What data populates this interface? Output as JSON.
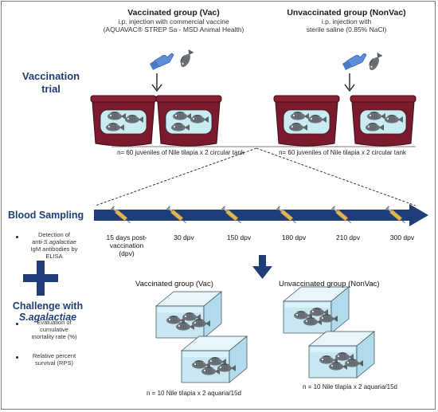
{
  "trial": {
    "label_line1": "Vaccination",
    "label_line2": "trial"
  },
  "vac_group": {
    "title": "Vaccinated group (Vac)",
    "line1": "i.p. injection with commercial vaccine",
    "line2": "(AQUAVAC® STREP Sa - MSD Animal Health)",
    "tank_caption": "n= 60 juveniles of Nile tilapia x 2 circular tank"
  },
  "nonvac_group": {
    "title": "Unvaccinated group (NonVac)",
    "line1": "i.p. injection with",
    "line2": "sterile saline (0.85% NaCl)",
    "tank_caption": "n= 60 juveniles of Nile tilapia x 2 circular tank"
  },
  "blood": {
    "title": "Blood Sampling",
    "bullet_line1": "Detection of",
    "bullet_line2_prefix": "anti-",
    "bullet_line2_italic": "S.agalactiae",
    "bullet_line3": "IgM antibodies by",
    "bullet_line4": "ELISA"
  },
  "timeline": {
    "points": [
      {
        "label": "15 days post-\nvaccination\n(dpv)"
      },
      {
        "label": "30 dpv"
      },
      {
        "label": "150 dpv"
      },
      {
        "label": "180 dpv"
      },
      {
        "label": "210 dpv"
      },
      {
        "label": "300 dpv"
      }
    ]
  },
  "challenge": {
    "title_line1": "Challenge with",
    "title_line2": "S.agalactiae",
    "bullet1_line1": "Evaluation of",
    "bullet1_line2": "cumulative",
    "bullet1_line3": "mortality rate (%)",
    "bullet2_line1": "Relative percent",
    "bullet2_line2": "survival (RPS)"
  },
  "aquaria_vac": {
    "title": "Vaccinated group (Vac)",
    "caption": "n = 10 Nile tilapia x 2 aquaria/15d"
  },
  "aquaria_nonvac": {
    "title": "Unvaccinated group (NonVac)",
    "caption": "n = 10 Nile tilapia x 2 aquaria/15d"
  },
  "colors": {
    "navy": "#1f3d78",
    "tank": "#7a1a2c",
    "water": "#c9ecf2",
    "glove": "#5b8fd9",
    "syringe": "#e6b54a"
  },
  "icons": [
    "glove-hand-icon",
    "fish-icon",
    "syringe-icon",
    "arrow-down-icon",
    "plus-icon"
  ]
}
